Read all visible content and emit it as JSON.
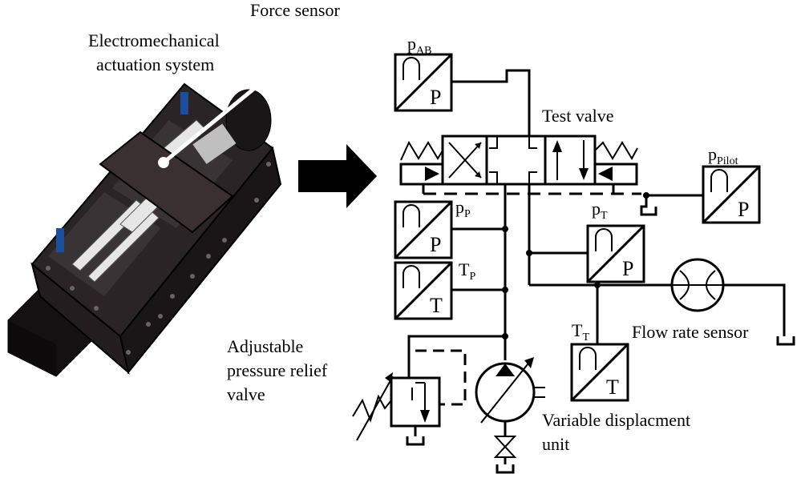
{
  "labels": {
    "force_sensor": "Force sensor",
    "ems_line1": "Electromechanical",
    "ems_line2": "actuation system",
    "test_valve": "Test valve",
    "flow_sensor": "Flow rate sensor",
    "relief_line1": "Adjustable",
    "relief_line2": "pressure relief",
    "relief_line3": "valve",
    "vdu_line1": "Variable displacment",
    "vdu_line2": "unit"
  },
  "sensors": {
    "p_ab": {
      "main": "p",
      "sub": "AB",
      "letter": "P"
    },
    "p_pilot": {
      "main": "p",
      "sub": "Pilot",
      "letter": "P"
    },
    "p_p": {
      "main": "p",
      "sub": "P",
      "letter": "P"
    },
    "p_t": {
      "main": "p",
      "sub": "T",
      "letter": "P"
    },
    "t_p": {
      "main": "T",
      "sub": "P",
      "letter": "T"
    },
    "t_t": {
      "main": "T",
      "sub": "T",
      "letter": "T"
    }
  },
  "colors": {
    "line": "#000000",
    "actuator_body": "#2b2426",
    "actuator_dark": "#141112",
    "actuator_light": "#cfcfcf"
  }
}
